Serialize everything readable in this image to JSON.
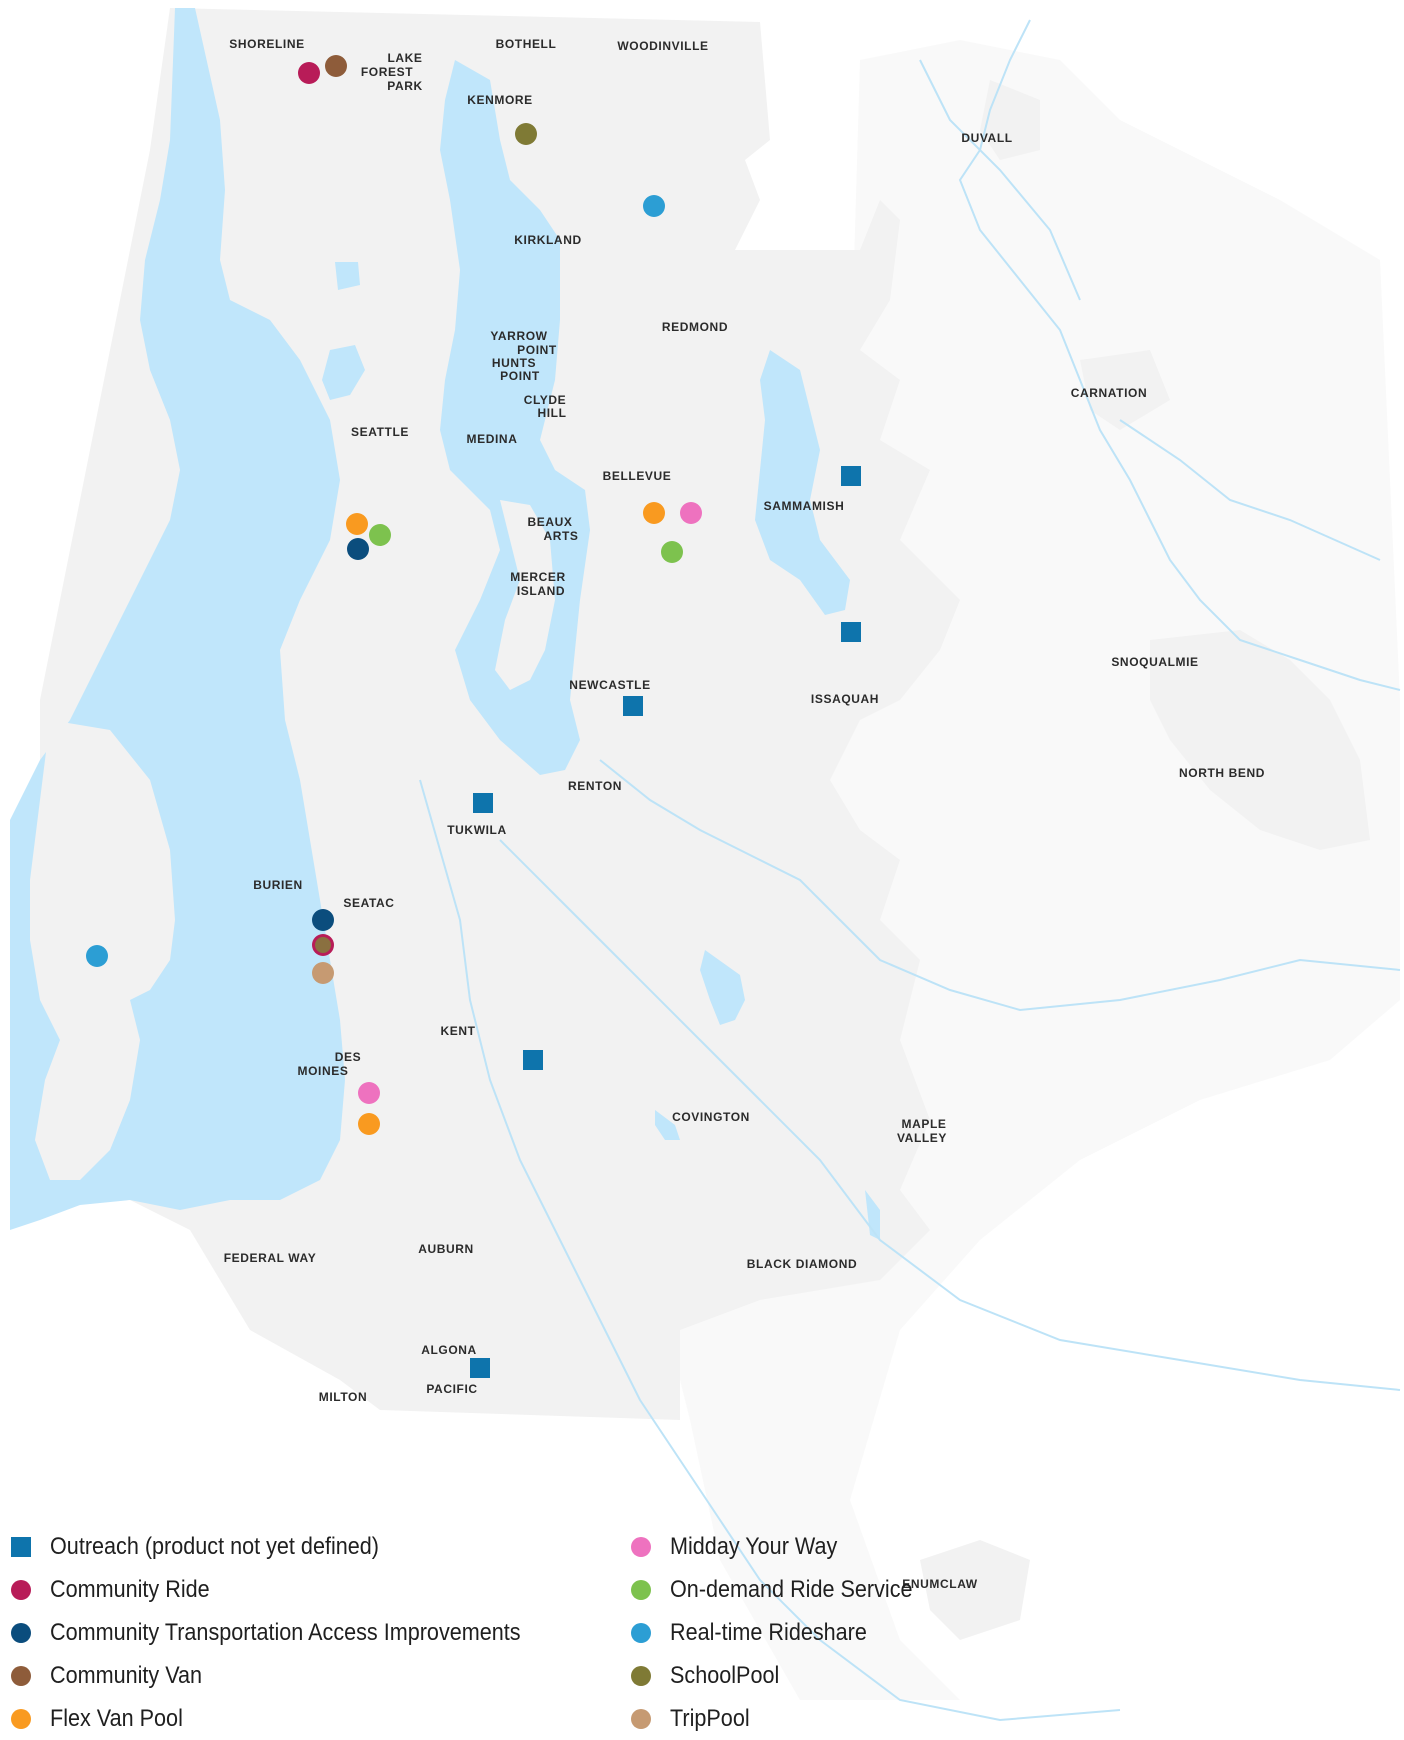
{
  "colors": {
    "water": "#c0e6fb",
    "land": "#f4f4f4",
    "river": "#bde3f7",
    "outline": "#e2e2e2",
    "text": "#2b2b2b"
  },
  "cities": [
    "SHORELINE",
    "LAKE",
    "FOREST",
    "PARK",
    "BOTHELL",
    "WOODINVILLE",
    "KENMORE",
    "DUVALL",
    "KIRKLAND",
    "YARROW",
    "POINT",
    "HUNTS",
    "POINT",
    "REDMOND",
    "CLYDE",
    "HILL",
    "CARNATION",
    "SEATTLE",
    "MEDINA",
    "BELLEVUE",
    "SAMMAMISH",
    "BEAUX",
    "ARTS",
    "MERCER",
    "ISLAND",
    "SNOQUALMIE",
    "NEWCASTLE",
    "ISSAQUAH",
    "NORTH BEND",
    "RENTON",
    "TUKWILA",
    "BURIEN",
    "SEATAC",
    "KENT",
    "DES",
    "MOINES",
    "COVINGTON",
    "MAPLE",
    "VALLEY",
    "FEDERAL WAY",
    "AUBURN",
    "BLACK DIAMOND",
    "ALGONA",
    "PACIFIC",
    "MILTON",
    "ENUMCLAW"
  ],
  "legend": [
    {
      "label": "Outreach (product not yet defined)",
      "color": "#0e74ac",
      "shape": "square"
    },
    {
      "label": "Community Ride",
      "color": "#b81c58",
      "shape": "circle"
    },
    {
      "label": "Community Transportation Access Improvements",
      "color": "#0b4d7d",
      "shape": "circle"
    },
    {
      "label": "Community Van",
      "color": "#8e5c3a",
      "shape": "circle"
    },
    {
      "label": "Flex Van Pool",
      "color": "#f99a20",
      "shape": "circle"
    },
    {
      "label": "Midday Your Way",
      "color": "#ee72bf",
      "shape": "circle"
    },
    {
      "label": "On-demand Ride Service",
      "color": "#7dc24e",
      "shape": "circle"
    },
    {
      "label": "Real-time Rideshare",
      "color": "#2c9ed4",
      "shape": "circle"
    },
    {
      "label": "SchoolPool",
      "color": "#7f7a35",
      "shape": "circle"
    },
    {
      "label": "TripPool",
      "color": "#c69a72",
      "shape": "circle"
    }
  ]
}
